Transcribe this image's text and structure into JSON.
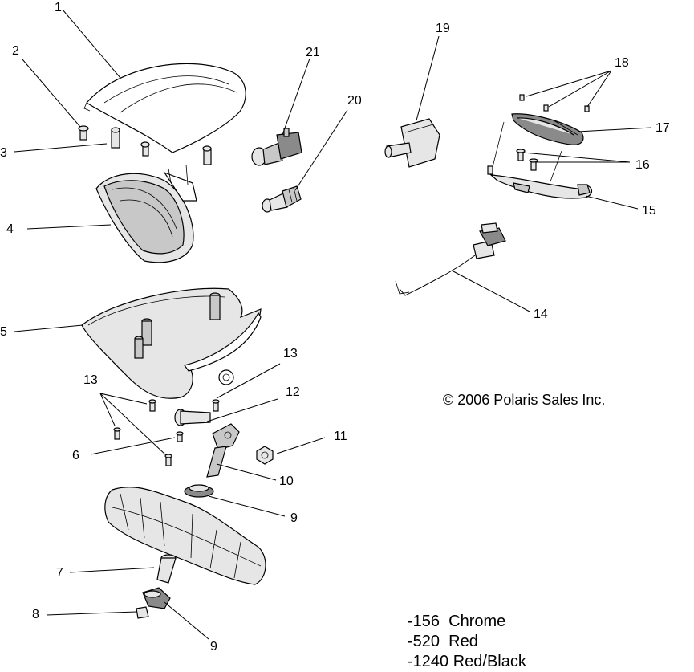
{
  "callouts": [
    "1",
    "2",
    "3",
    "4",
    "5",
    "6",
    "7",
    "8",
    "9",
    "9",
    "10",
    "11",
    "12",
    "13",
    "13",
    "14",
    "15",
    "16",
    "17",
    "18",
    "19",
    "20",
    "21"
  ],
  "copyright": "© 2006 Polaris Sales Inc.",
  "legend": [
    "-156  Chrome",
    "-520  Red",
    "-1240 Red/Black"
  ]
}
